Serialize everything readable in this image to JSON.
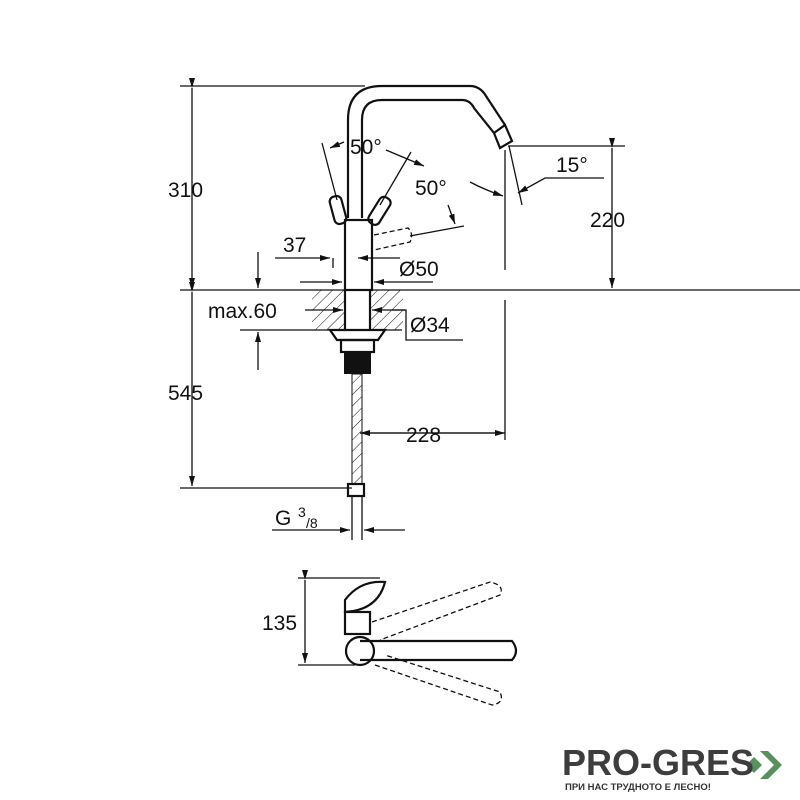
{
  "dimensions": {
    "total_height": "310",
    "lever_angle_left": "50°",
    "lever_angle_right": "50°",
    "spout_angle": "15°",
    "spout_height": "220",
    "lever_offset": "37",
    "body_diameter": "Ø50",
    "max_deck": "max.60",
    "hole_diameter": "Ø34",
    "below_deck": "545",
    "reach": "228",
    "thread_g": "G",
    "thread_num": "3",
    "thread_den": "/8",
    "top_view_depth": "135"
  },
  "logo": {
    "name": "PRO-GRES",
    "tagline": "ПРИ НАС ТРУДНОТО Е ЛЕСНО!",
    "color": "#5a8f5e"
  }
}
